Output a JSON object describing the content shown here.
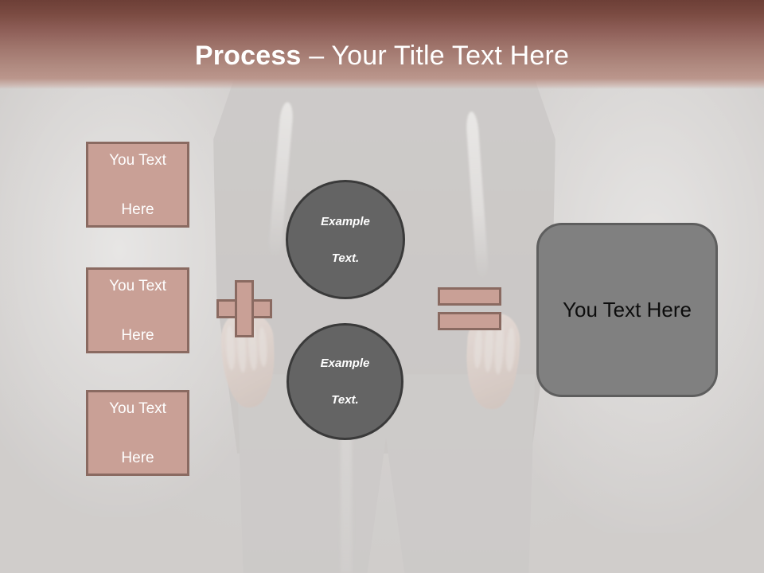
{
  "slide": {
    "title_strong": "Process",
    "title_separator": " – ",
    "title_light": "Your Title Text Here",
    "background_description": "faded grayscale photo of a person standing, hands at sides"
  },
  "colors": {
    "banner_top": "#6d3f37",
    "banner_bottom": "#bb968c",
    "accent_salmon": "#c9a096",
    "accent_salmon_border": "#8a6a61",
    "circle_fill": "#646464",
    "circle_border": "#3a3a3a",
    "result_fill": "#808080",
    "result_border": "#5e5e5e",
    "slide_background": "#d4d1d0",
    "box_text": "#ffffff",
    "result_text": "#0d0d0d"
  },
  "left_boxes": [
    {
      "line1": "You Text",
      "line2": "Here"
    },
    {
      "line1": "You Text",
      "line2": "Here"
    },
    {
      "line1": "You Text",
      "line2": "Here"
    }
  ],
  "operators": {
    "plus": "+",
    "equals": "="
  },
  "circles": [
    {
      "line1": "Example",
      "line2": "Text."
    },
    {
      "line1": "Example",
      "line2": "Text."
    }
  ],
  "result": {
    "label": "You Text Here"
  }
}
